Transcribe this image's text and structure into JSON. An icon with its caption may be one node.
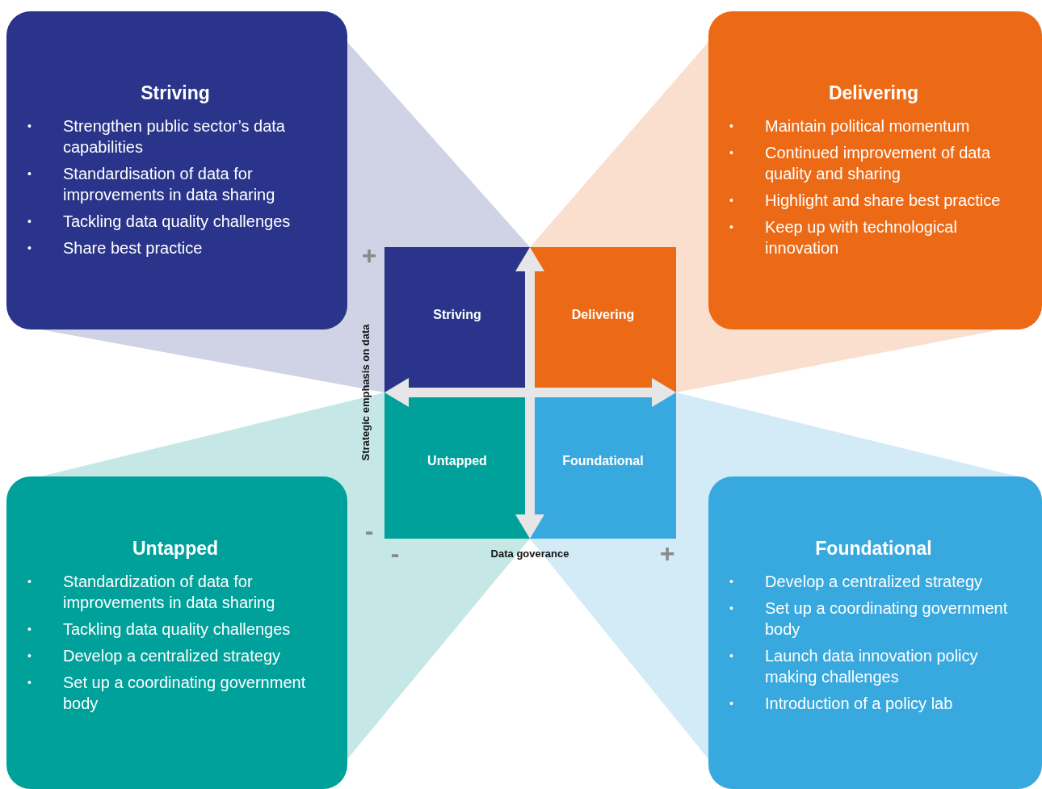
{
  "diagram": {
    "nodes": [
      {
        "text": [
          "Striving",
          "•",
          "Strengthen public sector’s data capabilities",
          "•",
          "Standardisation of data for improvements in data sharing",
          "•",
          "Tackling data quality challenges",
          "•",
          "Share best practice"
        ]
      },
      {
        "text": [
          "Delivering",
          "•",
          "Maintain political momentum",
          "•",
          "Continued improvement of data quality and sharing",
          "•",
          "Highlight and share best practice",
          "•",
          "Keep up with technological innovation"
        ]
      },
      {
        "text": [
          "Striving"
        ]
      },
      {
        "text": [
          "Delivering"
        ]
      },
      {
        "text": [
          "Untapped"
        ]
      },
      {
        "text": [
          "Foundational"
        ]
      },
      {
        "text": [
          "Untapped",
          "•",
          "Standardization of data for improvements in data sharing",
          "•",
          "Tackling data quality challenges",
          "•",
          "Develop a centralized strategy",
          "•",
          "Set up a coordinating government body"
        ]
      },
      {
        "text": [
          "Foundational",
          "•",
          "Develop a centralized strategy",
          "•",
          "Set up a coordinating government body",
          "•",
          "Launch data innovation policy making challenges",
          "•",
          "Introduction of a policy lab"
        ]
      }
    ],
    "labels": [
      "+",
      "-",
      "Strategic emphasis on data",
      "-",
      "Data goverance",
      "+"
    ]
  }
}
